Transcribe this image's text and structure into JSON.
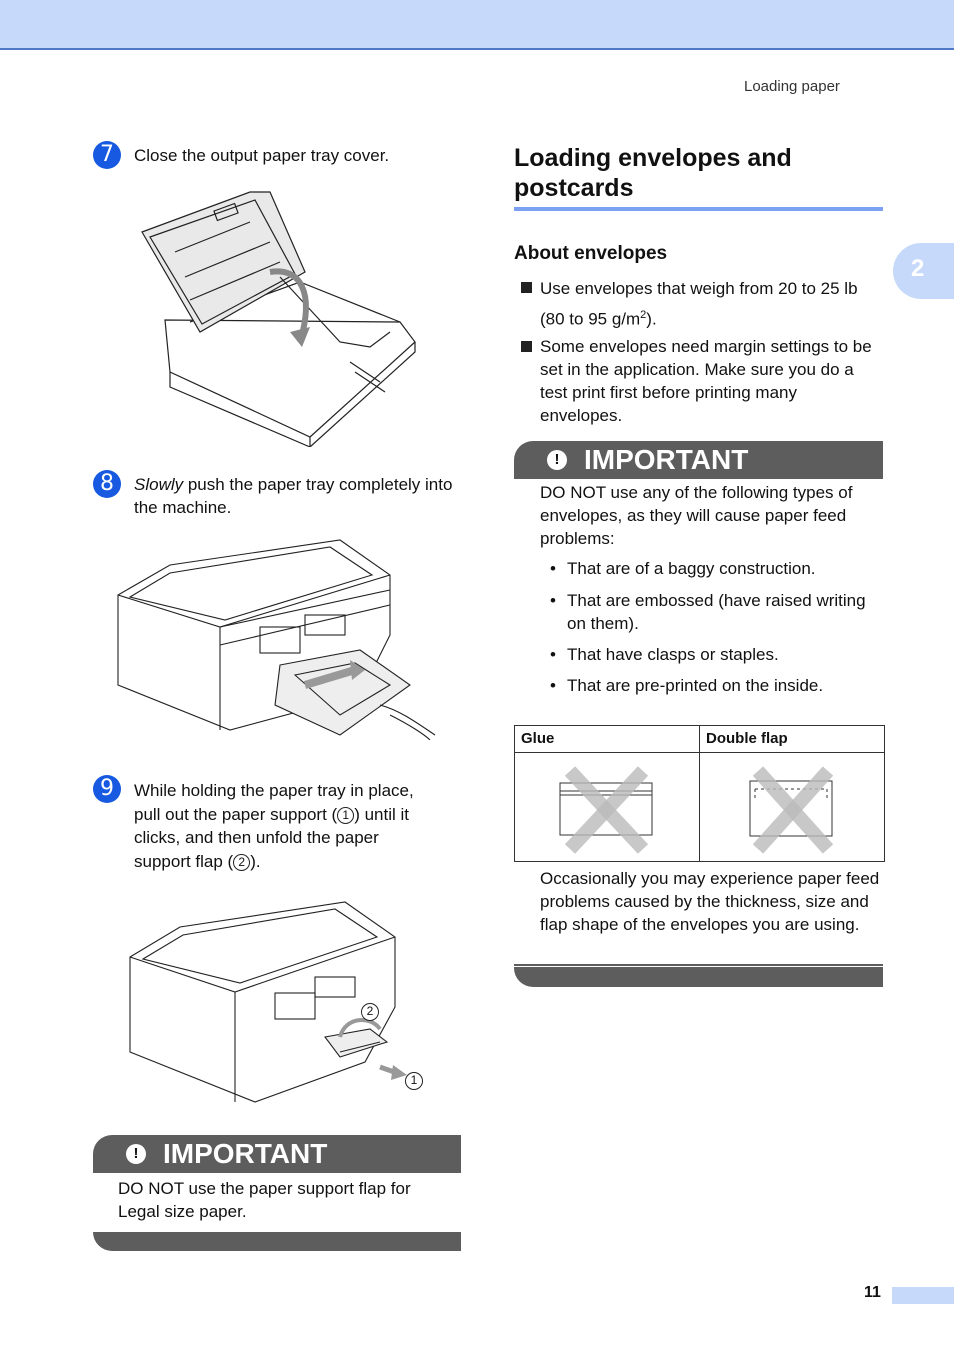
{
  "header": {
    "running_title": "Loading paper",
    "chapter_tab": "2"
  },
  "left": {
    "step7": {
      "num": "7",
      "text": "Close the output paper tray cover."
    },
    "step8": {
      "num": "8",
      "em": "Slowly",
      "text": " push the paper tray completely into the machine."
    },
    "step9": {
      "num": "9",
      "line1": "While holding the paper tray in place,",
      "line2a": "pull out the paper support (",
      "c1": "1",
      "line2b": ") until it",
      "line3": "clicks, and then unfold the paper",
      "line4a": "support flap (",
      "c2": "2",
      "line4b": ")."
    },
    "important": {
      "icon": "!",
      "label": "IMPORTANT",
      "text": "DO NOT use the paper support flap for Legal size paper."
    },
    "callouts": {
      "one": "1",
      "two": "2"
    }
  },
  "right": {
    "title": "Loading envelopes and postcards",
    "subtitle": "About envelopes",
    "bullets": [
      {
        "text_a": "Use envelopes that weigh from 20 to 25 lb (80 to 95 g/m",
        "sup": "2",
        "text_b": ")."
      },
      {
        "text": "Some envelopes need margin settings to be set in the application. Make sure you do a test print first before printing many envelopes."
      }
    ],
    "important": {
      "icon": "!",
      "label": "IMPORTANT",
      "intro": "DO NOT use any of the following types of envelopes, as they will cause paper feed problems:",
      "items": [
        "That are of a baggy construction.",
        "That are embossed (have raised writing on them).",
        "That have clasps or staples.",
        "That are pre-printed on the inside."
      ],
      "table_headers": [
        "Glue",
        "Double flap"
      ],
      "closing": "Occasionally you may experience paper feed problems caused by the thickness, size and flap shape of the envelopes you are using."
    }
  },
  "footer": {
    "page_number": "11"
  }
}
